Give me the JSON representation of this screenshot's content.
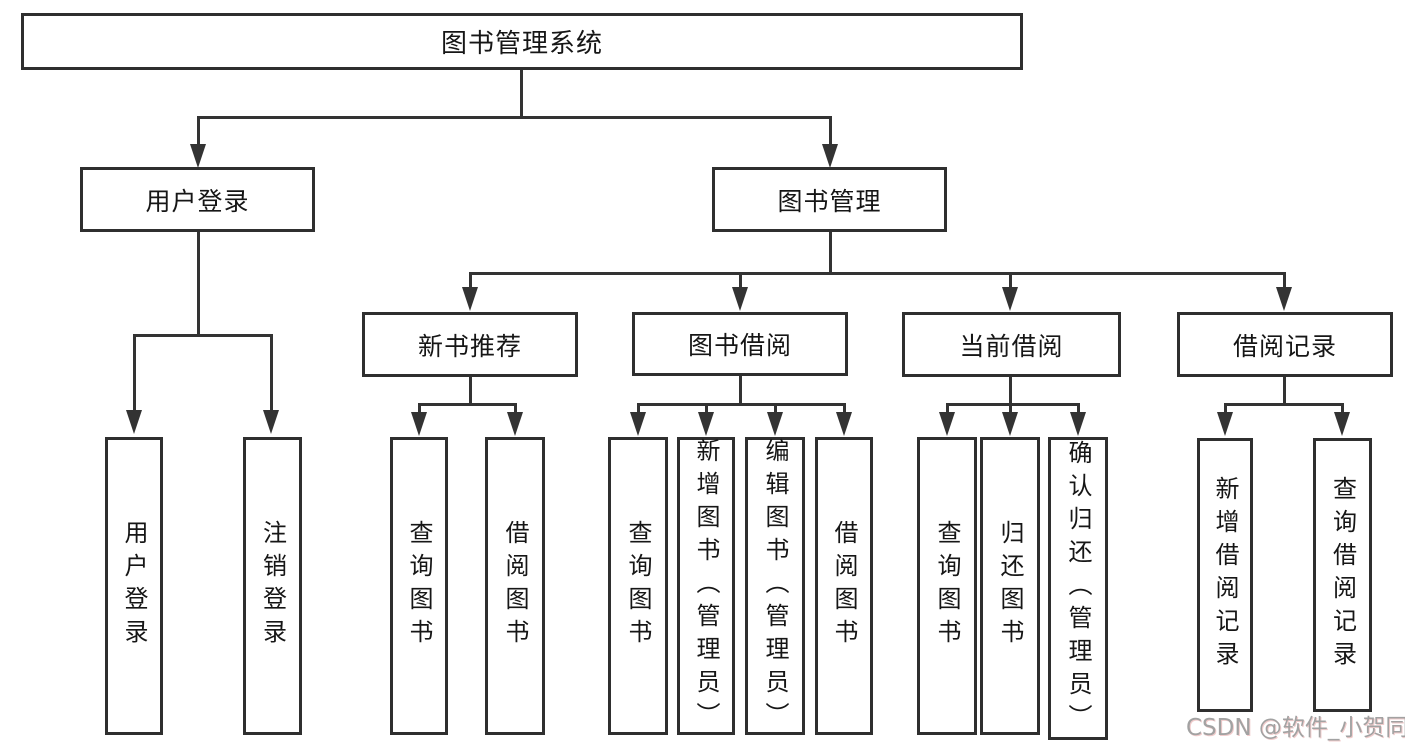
{
  "diagram": {
    "root": {
      "label": "图书管理系统"
    },
    "level2": [
      {
        "label": "用户登录"
      },
      {
        "label": "图书管理"
      }
    ],
    "level3": [
      {
        "label": "新书推荐"
      },
      {
        "label": "图书借阅"
      },
      {
        "label": "当前借阅"
      },
      {
        "label": "借阅记录"
      }
    ],
    "leaves": [
      {
        "label": "用户登录"
      },
      {
        "label": "注销登录"
      },
      {
        "label": "查询图书"
      },
      {
        "label": "借阅图书"
      },
      {
        "label": "查询图书"
      },
      {
        "label": "新增图书（管理员）"
      },
      {
        "label": "编辑图书（管理员）"
      },
      {
        "label": "借阅图书"
      },
      {
        "label": "查询图书"
      },
      {
        "label": "归还图书"
      },
      {
        "label": "确认归还（管理员）"
      },
      {
        "label": "新增借阅记录"
      },
      {
        "label": "查询借阅记录"
      }
    ],
    "watermark": "CSDN @软件_小贺同学",
    "colors": {
      "line": "#333333",
      "box_border": "#2f2f2f",
      "box_fill": "#ffffff",
      "text": "#161616",
      "watermark": "#a2a2a2"
    }
  }
}
